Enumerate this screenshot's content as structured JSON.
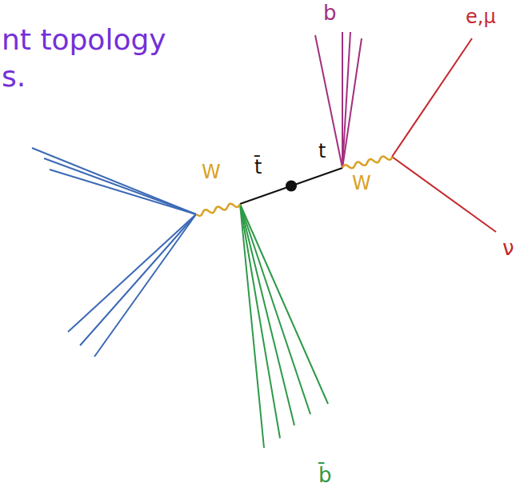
{
  "diagram": {
    "labels": [
      "nt topology",
      "s.",
      "b",
      "e,μ",
      "t",
      "W",
      "t̄",
      "W",
      "ν",
      "b̄"
    ]
  }
}
